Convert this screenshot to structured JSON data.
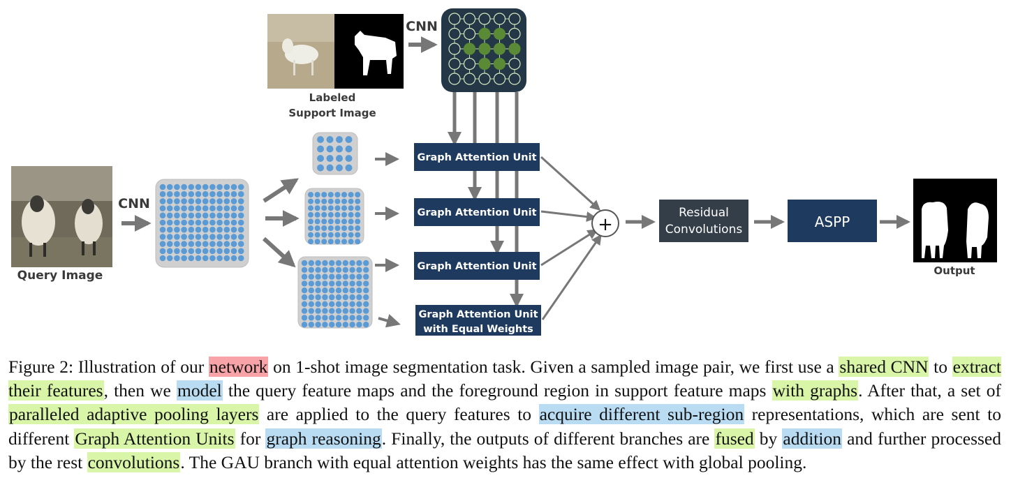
{
  "figure": {
    "cnn_top": "CNN",
    "cnn_left": "CNN",
    "support_label_1": "Labeled",
    "support_label_2": "Support Image",
    "query_label": "Query Image",
    "output_label": "Output",
    "gau_1": "Graph Attention Unit",
    "gau_2": "Graph Attention Unit",
    "gau_3": "Graph Attention Unit",
    "gau_4_line1": "Graph Attention Unit",
    "gau_4_line2": "with Equal Weights",
    "plus": "+",
    "residual_line1": "Residual",
    "residual_line2": "Convolutions",
    "aspp": "ASPP",
    "colors": {
      "dark_box": "#1e3a5f",
      "grey_box": "#333e48",
      "arrow": "#777777",
      "node_blue": "#5b9bd5",
      "node_green": "#5a8a35"
    }
  },
  "caption": {
    "segments": [
      {
        "text": "Figure 2: Illustration of our ",
        "hl": ""
      },
      {
        "text": "network",
        "hl": "red"
      },
      {
        "text": " on 1-shot image segmentation task. Given a sampled image pair, we first use a ",
        "hl": ""
      },
      {
        "text": "shared CNN",
        "hl": "green"
      },
      {
        "text": " to ",
        "hl": ""
      },
      {
        "text": "extract their features",
        "hl": "green"
      },
      {
        "text": ", then we ",
        "hl": ""
      },
      {
        "text": "model",
        "hl": "blue"
      },
      {
        "text": " the query feature maps and the foreground region in support feature maps ",
        "hl": ""
      },
      {
        "text": "with graphs",
        "hl": "green"
      },
      {
        "text": ". After that, a set of ",
        "hl": ""
      },
      {
        "text": "paralleled adaptive pooling layers",
        "hl": "green"
      },
      {
        "text": " are applied to the query features to ",
        "hl": ""
      },
      {
        "text": "acquire different sub-region",
        "hl": "blue"
      },
      {
        "text": " representations, which are sent to different ",
        "hl": ""
      },
      {
        "text": "Graph Attention Units",
        "hl": "green"
      },
      {
        "text": " for ",
        "hl": ""
      },
      {
        "text": "graph reasoning",
        "hl": "blue"
      },
      {
        "text": ". Finally, the outputs of different branches are ",
        "hl": ""
      },
      {
        "text": "fused",
        "hl": "green"
      },
      {
        "text": " by ",
        "hl": ""
      },
      {
        "text": "addition",
        "hl": "blue"
      },
      {
        "text": " and further processed by the rest ",
        "hl": ""
      },
      {
        "text": "convolutions",
        "hl": "green"
      },
      {
        "text": ". The GAU branch with equal attention weights has the same effect with global pooling.",
        "hl": ""
      }
    ]
  }
}
